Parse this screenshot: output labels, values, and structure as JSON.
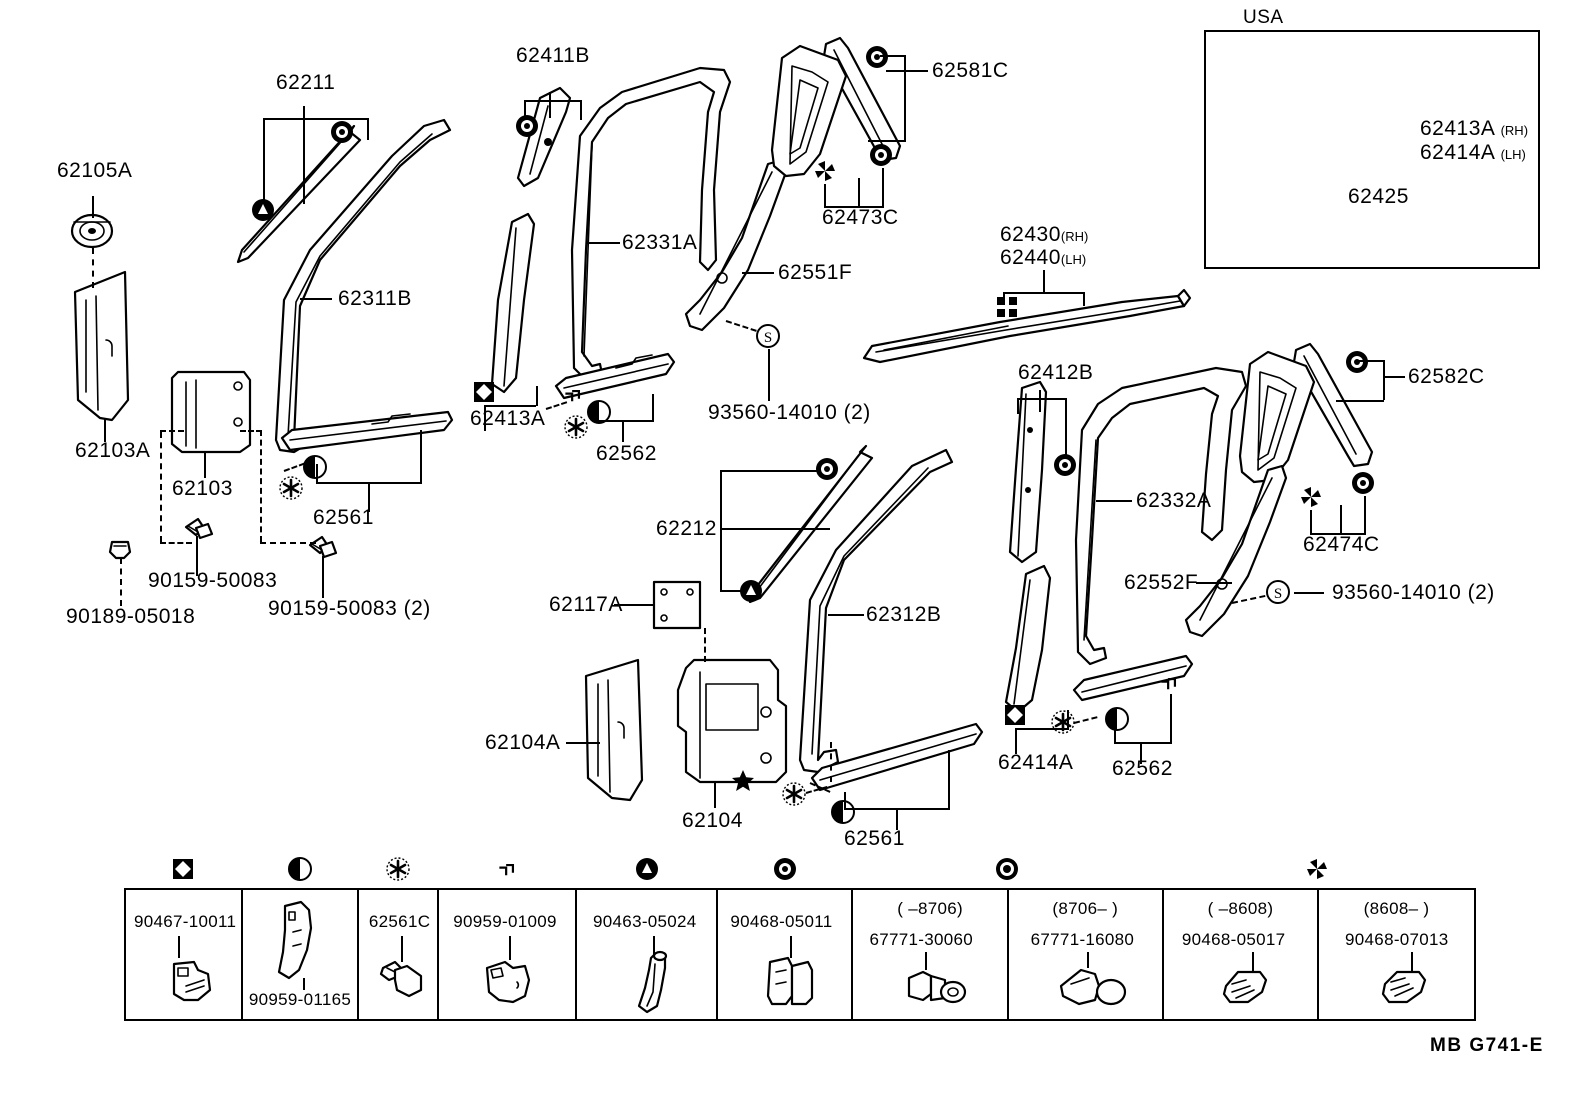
{
  "sheet": {
    "footer_code": "MB  G741-E",
    "inset_title": "USA"
  },
  "callouts": [
    {
      "id": "c1",
      "text": "62105A"
    },
    {
      "id": "c2",
      "text": "62103A"
    },
    {
      "id": "c3",
      "text": "62103"
    },
    {
      "id": "c4",
      "text": "90189-05018"
    },
    {
      "id": "c5",
      "text": "90159-50083"
    },
    {
      "id": "c6",
      "text": "90159-50083 (2)"
    },
    {
      "id": "c7",
      "text": "62211"
    },
    {
      "id": "c8",
      "text": "62311B"
    },
    {
      "id": "c9",
      "text": "62411B"
    },
    {
      "id": "c10",
      "text": "62413A"
    },
    {
      "id": "c11",
      "text": "62331A"
    },
    {
      "id": "c12",
      "text": "62561"
    },
    {
      "id": "c13",
      "text": "62562"
    },
    {
      "id": "c14",
      "text": "62551F"
    },
    {
      "id": "c15",
      "text": "93560-14010 (2)"
    },
    {
      "id": "c16",
      "text": "62581C"
    },
    {
      "id": "c17",
      "text": "62473C"
    },
    {
      "id": "c18",
      "text": "62412B"
    },
    {
      "id": "c19",
      "text": "62332A"
    },
    {
      "id": "c20",
      "text": "62582C"
    },
    {
      "id": "c21",
      "text": "62474C"
    },
    {
      "id": "c22",
      "text": "62552F"
    },
    {
      "id": "c23",
      "text": "93560-14010 (2)"
    },
    {
      "id": "c24",
      "text": "62212"
    },
    {
      "id": "c25",
      "text": "62117A"
    },
    {
      "id": "c26",
      "text": "62104A"
    },
    {
      "id": "c27",
      "text": "62104"
    },
    {
      "id": "c28",
      "text": "62312B"
    },
    {
      "id": "c29",
      "text": "62561"
    },
    {
      "id": "c30",
      "text": "62414A"
    },
    {
      "id": "c31",
      "text": "62562"
    },
    {
      "id": "c32",
      "text": "62430"
    },
    {
      "id": "c33",
      "text": "62440"
    },
    {
      "id": "c34",
      "text": "62413A"
    },
    {
      "id": "c35",
      "text": "62414A"
    },
    {
      "id": "c36",
      "text": "62425"
    }
  ],
  "suffixes": {
    "rh": "(RH)",
    "lh": "(LH)"
  },
  "legend": {
    "columns": [
      {
        "symbol": "square-diamond-icon",
        "number": "90467-10011",
        "number_pos": "top",
        "part_art": "clip-a"
      },
      {
        "symbol": "half-circle-icon",
        "number": "90959-01165",
        "number_pos": "bottom",
        "part_art": "clip-b"
      },
      {
        "symbol": "asterisk-circle-icon",
        "number": "62561C",
        "number_pos": "top",
        "part_art": "clip-c"
      },
      {
        "symbol": "staple-icon",
        "number": "90959-01009",
        "number_pos": "top",
        "part_art": "clip-d"
      },
      {
        "symbol": "circle-triangle-icon",
        "number": "90463-05024",
        "number_pos": "top",
        "part_art": "clip-e"
      },
      {
        "symbol": "circle-ring-icon",
        "number": "90468-05011",
        "number_pos": "top",
        "part_art": "clip-f"
      },
      {
        "symbol": "bullseye-icon",
        "range": "(          –8706)",
        "number": "67771-30060",
        "number_pos": "top",
        "part_art": "clip-g",
        "spans": 2
      },
      {
        "symbol": null,
        "range": "(8706–         )",
        "number": "67771-16080",
        "number_pos": "top",
        "part_art": "clip-h"
      },
      {
        "symbol": "clover-icon",
        "range": "(        –8608)",
        "number": "90468-05017",
        "number_pos": "top",
        "part_art": "clip-i",
        "spans": 2
      },
      {
        "symbol": null,
        "range": "(8608–        )",
        "number": "90468-07013",
        "number_pos": "top",
        "part_art": "clip-j"
      }
    ]
  }
}
